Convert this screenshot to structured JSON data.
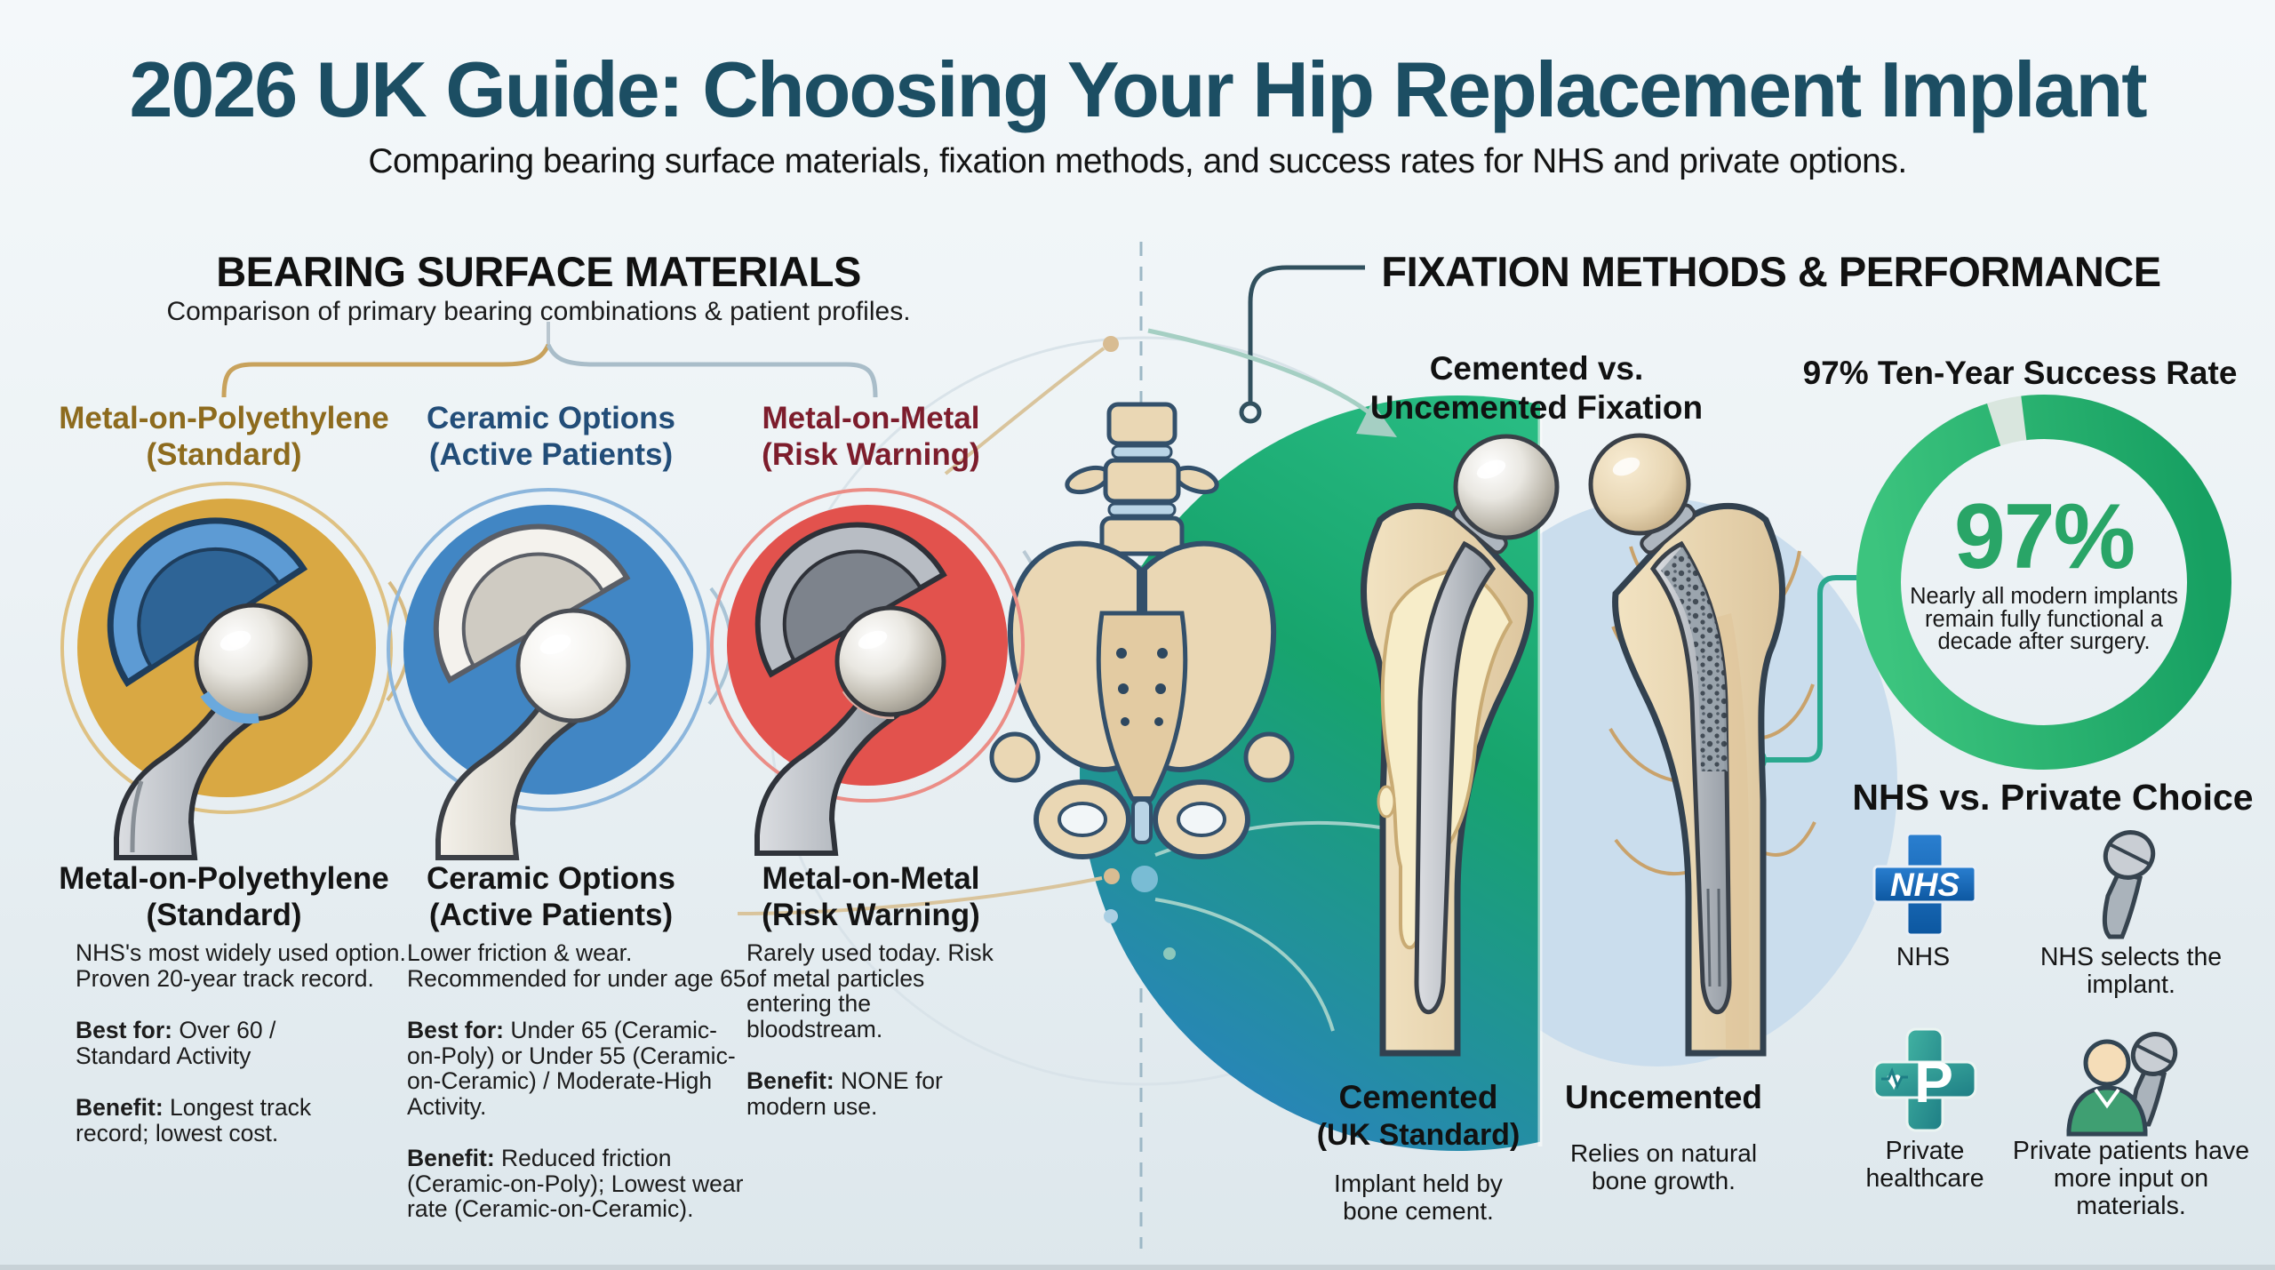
{
  "page": {
    "title": "2026 UK Guide: Choosing Your Hip Replacement Implant",
    "subtitle": "Comparing bearing surface materials, fixation methods, and success rates for NHS and private options."
  },
  "left": {
    "heading": "BEARING SURFACE MATERIALS",
    "subheading": "Comparison of primary bearing combinations & patient profiles.",
    "columns": [
      {
        "name": "Metal-on-Polyethylene",
        "qualifier": "(Standard)",
        "desc": "NHS's most widely used option. Proven 20-year track record.",
        "best_label": "Best for:",
        "best": "Over 60 / Standard Activity",
        "benefit_label": "Benefit:",
        "benefit": "Longest track record; lowest cost.",
        "accent": "#d9a843"
      },
      {
        "name": "Ceramic Options",
        "qualifier": "(Active Patients)",
        "desc": "Lower friction & wear. Recommended for under age 65.",
        "best_label": "Best for:",
        "best": "Under 65 (Ceramic-on-Poly) or Under 55 (Ceramic-on-Ceramic) / Moderate-High Activity.",
        "benefit_label": "Benefit:",
        "benefit": "Reduced friction (Ceramic-on-Poly); Lowest wear rate (Ceramic-on-Ceramic).",
        "accent": "#4186c4"
      },
      {
        "name": "Metal-on-Metal",
        "qualifier": "(Risk Warning)",
        "desc": "Rarely used today. Risk of metal particles entering the bloodstream.",
        "benefit_label": "Benefit:",
        "benefit": "NONE for modern use.",
        "accent": "#e2524d"
      }
    ]
  },
  "right": {
    "heading": "FIXATION METHODS & PERFORMANCE",
    "fixation_heading": "Cemented vs. Uncemented Fixation",
    "cemented": {
      "title": "Cemented",
      "qualifier": "(UK Standard)",
      "desc": "Implant held by bone cement."
    },
    "uncemented": {
      "title": "Uncemented",
      "desc": "Relies on natural bone growth."
    },
    "success": {
      "heading": "97% Ten-Year Success Rate",
      "value": "97%",
      "caption": "Nearly all modern implants remain fully functional a decade after surgery."
    },
    "choice": {
      "heading": "NHS vs. Private Choice",
      "items": [
        {
          "icon": "nhs-logo-icon",
          "logo_text": "NHS",
          "label": "NHS"
        },
        {
          "icon": "hip-implant-icon",
          "label": "NHS selects the implant."
        },
        {
          "icon": "private-cross-icon",
          "logo_text": "P",
          "label": "Private healthcare"
        },
        {
          "icon": "patient-implant-icon",
          "label": "Private patients have more input on materials."
        }
      ]
    }
  },
  "chart_data": {
    "type": "pie",
    "title": "97% Ten-Year Success Rate",
    "center_label": "97%",
    "annotation": "Nearly all modern implants remain fully functional a decade after surgery.",
    "segments": [
      {
        "value": 97,
        "color": "#2fb377"
      },
      {
        "value": 3,
        "color": "#d9e6de"
      }
    ],
    "legend_position": "none"
  },
  "colors": {
    "title": "#1c4e63",
    "gold_ring": "#d9a843",
    "blue_ring": "#4186c4",
    "red_ring": "#e2524d",
    "green_success": "#2fb377",
    "nhs_blue": "#1266b0",
    "private_teal": "#2f9e94",
    "bone": "#ead7b4",
    "outline": "#33506b"
  }
}
